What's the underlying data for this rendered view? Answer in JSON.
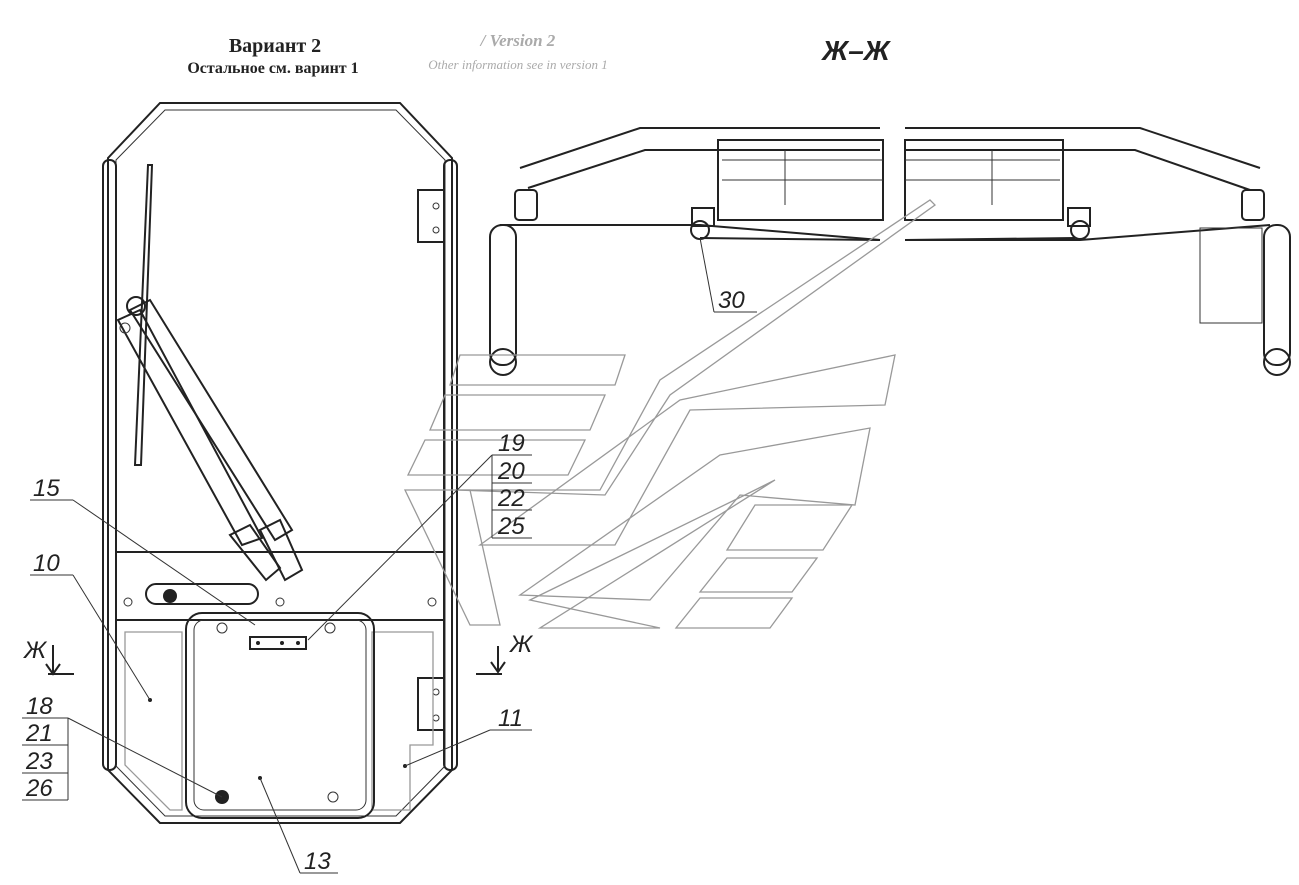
{
  "header": {
    "variant_ru": "Вариант 2",
    "variant_en": "/ Version 2",
    "other_ru": "Остальное см. варинт 1",
    "other_en": "Other information see in version 1"
  },
  "section_label": "Ж–Ж",
  "section_marker_letter": "Ж",
  "callouts": {
    "c30": "30",
    "c19": "19",
    "c20": "20",
    "c22": "22",
    "c25": "25",
    "c15": "15",
    "c10": "10",
    "c18": "18",
    "c21": "21",
    "c23": "23",
    "c26": "26",
    "c11": "11",
    "c13": "13"
  }
}
